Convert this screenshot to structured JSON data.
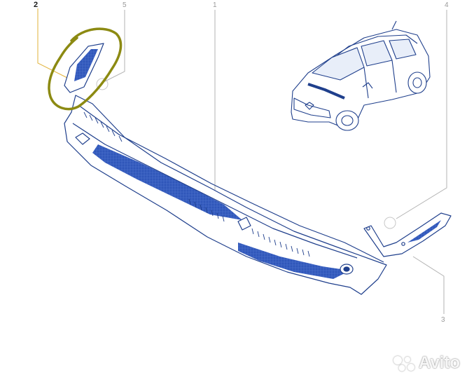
{
  "callouts": {
    "c1": "1",
    "c2": "2",
    "c3": "3",
    "c4": "4",
    "c5": "5"
  },
  "watermark": {
    "text": "Avito"
  },
  "colors": {
    "line": "#1f3f8c",
    "fill": "#2e55b8",
    "mesh": "#3a5fc0",
    "highlight_ring": "#8c8a12",
    "leader_highlight": "#e2b33a",
    "leader": "#b3b3b3"
  }
}
